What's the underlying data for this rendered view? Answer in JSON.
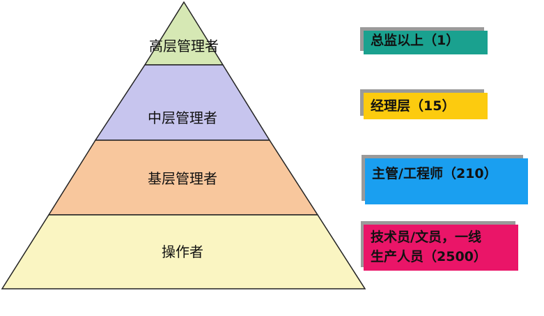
{
  "pyramid": {
    "tiers": [
      {
        "label": "高层管理者",
        "fill": "#d6e8b4"
      },
      {
        "label": "中层管理者",
        "fill": "#c7c5ee"
      },
      {
        "label": "基层管理者",
        "fill": "#f8c79d"
      },
      {
        "label": "操作者",
        "fill": "#faf5c2"
      }
    ],
    "outline_color": "#222222"
  },
  "tags": [
    {
      "text": "总监以上（1）",
      "color": "#1aa18f"
    },
    {
      "text": "经理层（15）",
      "color": "#fccb0f"
    },
    {
      "text": "主管/工程师（210）",
      "color": "#1a9ff0"
    },
    {
      "line1": "技术员/文员，一线",
      "line2": "生产人员（2500）",
      "color": "#ea1568"
    }
  ]
}
